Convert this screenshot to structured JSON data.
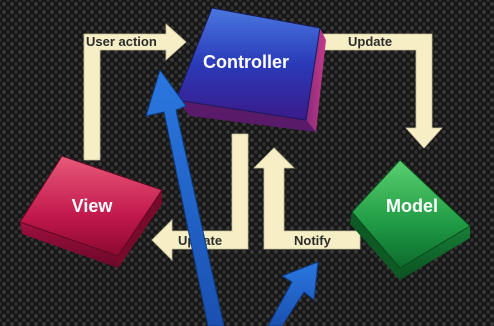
{
  "nodes": {
    "controller": {
      "label": "Controller",
      "color": "#3b3ab8"
    },
    "view": {
      "label": "View",
      "color": "#c2184c"
    },
    "model": {
      "label": "Model",
      "color": "#1f9a44"
    }
  },
  "arrows": {
    "user_action": "User action",
    "update_model": "Update",
    "update_view": "Update",
    "notify": "Notify"
  },
  "colors": {
    "arrow_fill": "#f6efc6",
    "label_bg": "#fbf6d8",
    "highlight_arrow": "#1e5fc0"
  }
}
